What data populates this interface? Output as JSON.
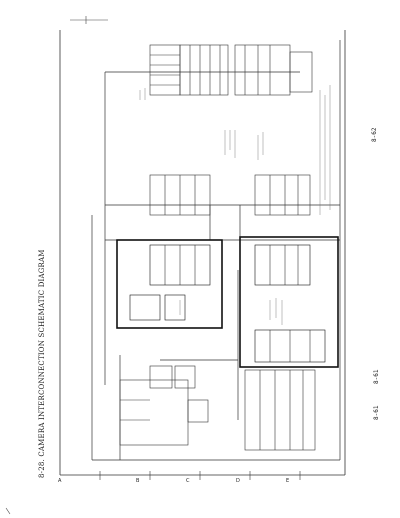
{
  "title": "8-28. CAMERA INTERCONNECTION SCHEMATIC DIAGRAM",
  "page_numbers": [
    "8-62",
    "8-61",
    "8-61"
  ],
  "zone_labels": [
    "A",
    "B",
    "C",
    "D",
    "E"
  ]
}
